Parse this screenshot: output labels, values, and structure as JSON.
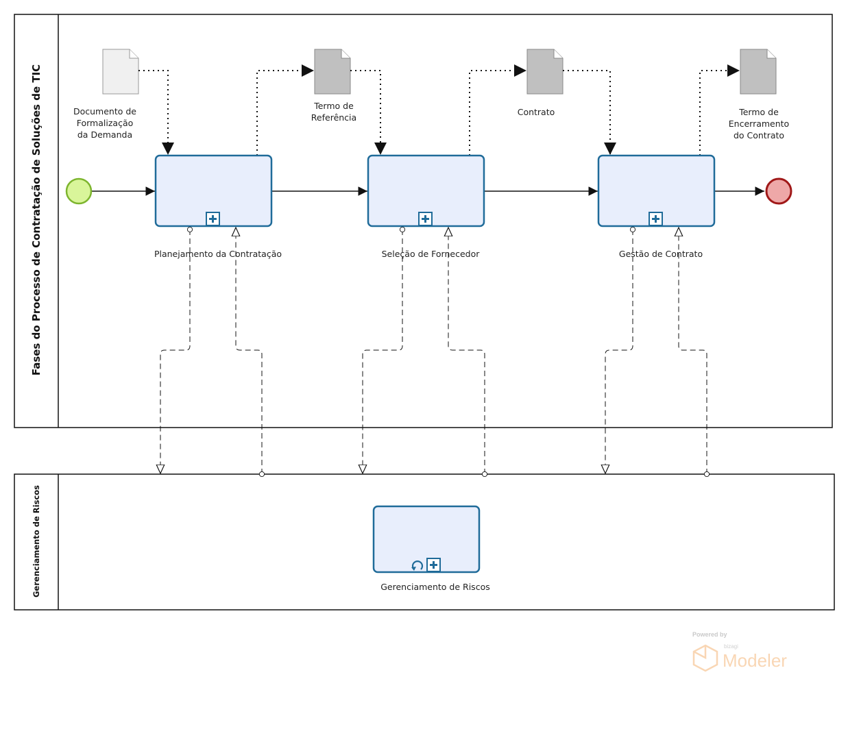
{
  "pools": [
    {
      "id": "fases",
      "title": "Fases do Processo de Contratação de Soluções de TIC"
    },
    {
      "id": "riscos",
      "title": "Gerenciamento de Riscos"
    }
  ],
  "events": {
    "start": {
      "label": "",
      "color": "#d9f59a",
      "stroke": "#7db52e"
    },
    "end": {
      "label": "",
      "color": "#eea8a8",
      "stroke": "#a01818"
    }
  },
  "subprocesses": [
    {
      "id": "planejamento",
      "label": "Planejamento da Contratação",
      "marker": "collapsed-plus"
    },
    {
      "id": "selecao",
      "label": "Seleção de Fornecedor",
      "marker": "collapsed-plus"
    },
    {
      "id": "gestao",
      "label": "Gestão de Contrato",
      "marker": "collapsed-plus"
    },
    {
      "id": "riscos",
      "label": "Gerenciamento de Riscos",
      "marker": "loop-collapsed-plus"
    }
  ],
  "data_objects": [
    {
      "id": "dfd",
      "label": "Documento de\nFormalização\nda Demanda",
      "fill": "#f0f0f0"
    },
    {
      "id": "tr",
      "label": "Termo de\nReferência",
      "fill": "#c0c0c0"
    },
    {
      "id": "contrato",
      "label": "Contrato",
      "fill": "#c0c0c0"
    },
    {
      "id": "tec",
      "label": "Termo de\nEncerramento\ndo Contrato",
      "fill": "#c0c0c0"
    }
  ],
  "colors": {
    "task_fill": "#e8eefc",
    "task_stroke": "#1f6b99",
    "line": "#111111"
  },
  "watermark": {
    "powered": "Powered by",
    "brand": "bizagi",
    "product": "Modeler"
  }
}
